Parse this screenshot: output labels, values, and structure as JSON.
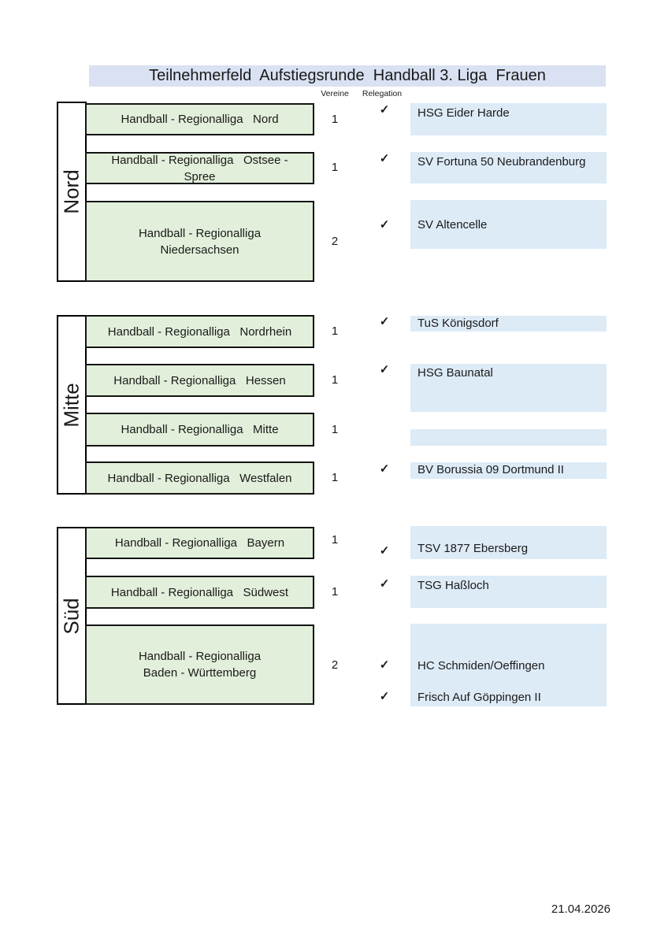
{
  "title": "Teilnehmerfeld  Aufstiegsrunde  Handball 3. Liga  Frauen",
  "column_headers": {
    "vereine": "Vereine",
    "relegation": "Relegation"
  },
  "glyphs": {
    "check": "✓"
  },
  "colors": {
    "title_bg": "#d9e1f2",
    "league_bg": "#e2efda",
    "team_bg": "#ddebf7",
    "border": "#000000"
  },
  "sections": {
    "nord": {
      "label": "Nord",
      "leagues": [
        {
          "name": "Handball - Regionalliga   Nord",
          "vereine": "1"
        },
        {
          "name": "Handball - Regionalliga   Ostsee - Spree",
          "vereine": "1"
        },
        {
          "name": "Handball - Regionalliga   Niedersachsen",
          "vereine": "2"
        }
      ],
      "teams": [
        {
          "name": "HSG Eider Harde"
        },
        {
          "name": "SV Fortuna 50 Neubrandenburg"
        },
        {
          "name": "SV Altencelle"
        }
      ]
    },
    "mitte": {
      "label": "Mitte",
      "leagues": [
        {
          "name": "Handball - Regionalliga   Nordrhein",
          "vereine": "1"
        },
        {
          "name": "Handball - Regionalliga   Hessen",
          "vereine": "1"
        },
        {
          "name": "Handball - Regionalliga   Mitte",
          "vereine": "1"
        },
        {
          "name": "Handball - Regionalliga   Westfalen",
          "vereine": "1"
        }
      ],
      "teams": [
        {
          "name": "TuS Königsdorf"
        },
        {
          "name": "HSG Baunatal"
        },
        {
          "name": ""
        },
        {
          "name": "BV Borussia 09 Dortmund II"
        }
      ]
    },
    "sued": {
      "label": "Süd",
      "leagues": [
        {
          "name": "Handball - Regionalliga   Bayern",
          "vereine": "1"
        },
        {
          "name": "Handball - Regionalliga   Südwest",
          "vereine": "1"
        },
        {
          "name": "Handball - Regionalliga   Baden - Württemberg",
          "vereine": "2"
        }
      ],
      "teams": [
        {
          "name": "TSV 1877 Ebersberg"
        },
        {
          "name": "TSG Haßloch"
        },
        {
          "name": "HC Schmiden/Oeffingen"
        },
        {
          "name": "Frisch Auf Göppingen II"
        }
      ]
    }
  },
  "footer": {
    "date": "21.04.2026"
  }
}
